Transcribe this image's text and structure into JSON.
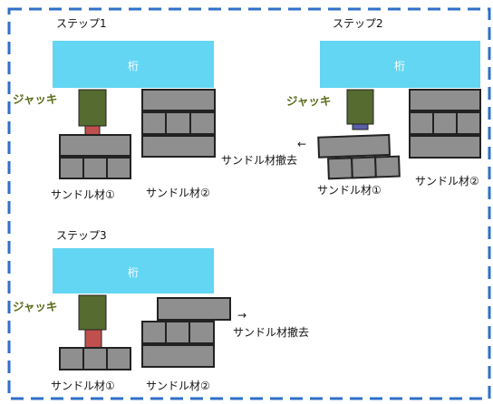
{
  "steps": [
    {
      "title": "ステップ1",
      "girder": "桁",
      "jack": "ジャッキ",
      "sandle_left": "サンドル材①",
      "sandle_right": "サンドル材②"
    },
    {
      "title": "ステップ2",
      "girder": "桁",
      "jack": "ジャッキ",
      "sandle_left": "サンドル材①",
      "sandle_right": "サンドル材②",
      "removal_arrow": "←",
      "removal_text": "サンドル材撤去"
    },
    {
      "title": "ステップ3",
      "girder": "桁",
      "jack": "ジャッキ",
      "sandle_left": "サンドル材①",
      "sandle_right": "サンドル材②",
      "removal_arrow": "→",
      "removal_text": "サンドル材撤去"
    }
  ],
  "colors": {
    "girder": "#63d6f3",
    "jack_body": "#556b2f",
    "jack_piston": "#c0504d",
    "jack_piston_retracted": "#5b5fa8",
    "block_fill": "#8f8f8f",
    "block_edge": "#222222",
    "jack_label": "#5a6b1a",
    "border": "#2f6fc8"
  }
}
